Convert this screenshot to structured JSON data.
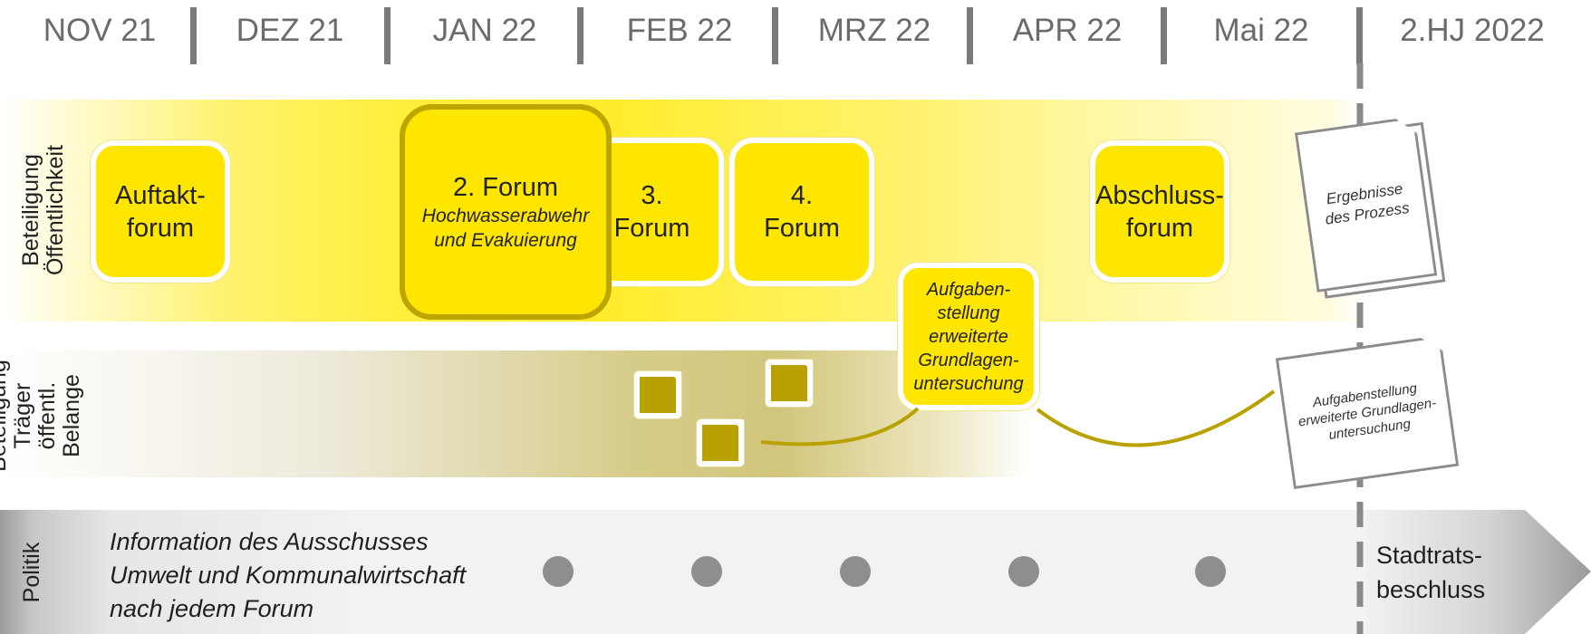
{
  "timeline": {
    "months": [
      "NOV 21",
      "DEZ 21",
      "JAN 22",
      "FEB 22",
      "MRZ 22",
      "APR 22",
      "Mai 22",
      "2.HJ 2022"
    ]
  },
  "rows": {
    "public_line1": "Beteiligung",
    "public_line2": "Öffentlichkeit",
    "toeb_line1": "Beteiligung",
    "toeb_line2": "Träger",
    "toeb_line3": "öffentl.",
    "toeb_line4": "Belange",
    "politics": "Politik"
  },
  "forums": {
    "auftakt_l1": "Auftakt-",
    "auftakt_l2": "forum",
    "forum2_title": "2. Forum",
    "forum2_sub1": "Hochwasserabwehr",
    "forum2_sub2": "und Evakuierung",
    "forum3_l1": "3.",
    "forum3_l2": "Forum",
    "forum4_l1": "4.",
    "forum4_l2": "Forum",
    "abschluss_l1": "Abschluss-",
    "abschluss_l2": "forum"
  },
  "aufgaben_box": {
    "l1": "Aufgaben-",
    "l2": "stellung",
    "l3": "erweiterte",
    "l4": "Grundlagen-",
    "l5": "untersuchung"
  },
  "results_doc": {
    "l1": "Ergebnisse",
    "l2": "des Prozess"
  },
  "aufgaben_doc": {
    "l1": "Aufgabenstellung",
    "l2": "erweiterte Grundlagen-",
    "l3": "untersuchung"
  },
  "politics": {
    "info_l1": "Information des Ausschusses",
    "info_l2": "Umwelt und Kommunalwirtschaft",
    "info_l3": "nach jedem Forum",
    "final_l1": "Stadtrats-",
    "final_l2": "beschluss"
  },
  "colors": {
    "yellow": "#ffe600",
    "olive": "#b8a100",
    "gray_text": "#6b6b6b"
  }
}
